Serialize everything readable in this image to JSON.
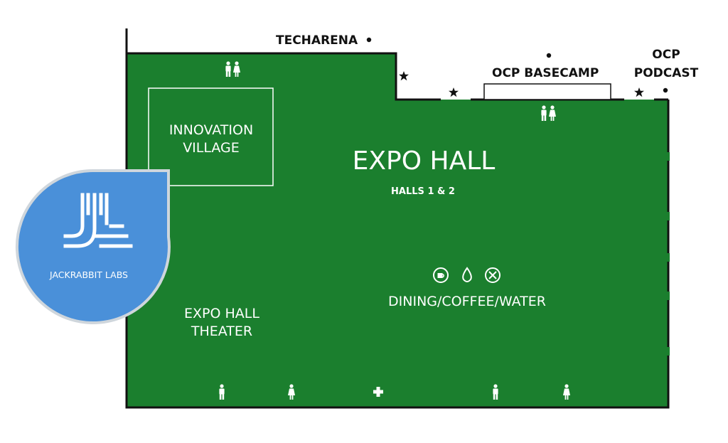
{
  "map": {
    "colors": {
      "floor": "#1b7f2e",
      "wall": "#111111",
      "text_dark": "#111111",
      "text_light": "#ffffff",
      "badge": "#4a90d9",
      "badge_border": "#cfd6dc"
    },
    "labels": {
      "techarena": "TECHARENA",
      "ocp_basecamp": "OCP BASECAMP",
      "ocp_podcast_line1": "OCP",
      "ocp_podcast_line2": "PODCAST",
      "innovation_line1": "INNOVATION",
      "innovation_line2": "VILLAGE",
      "expo_hall": "EXPO HALL",
      "halls": "HALLS 1 & 2",
      "dining": "DINING/COFFEE/WATER",
      "theater_line1": "EXPO HALL",
      "theater_line2": "THEATER"
    },
    "badge": {
      "name": "JACKRABBIT LABS"
    },
    "icons": [
      "restroom-icon",
      "star-icon",
      "dot-marker-icon",
      "coffee-icon",
      "water-drop-icon",
      "dining-icon",
      "men-restroom-icon",
      "women-restroom-icon",
      "first-aid-icon"
    ]
  }
}
